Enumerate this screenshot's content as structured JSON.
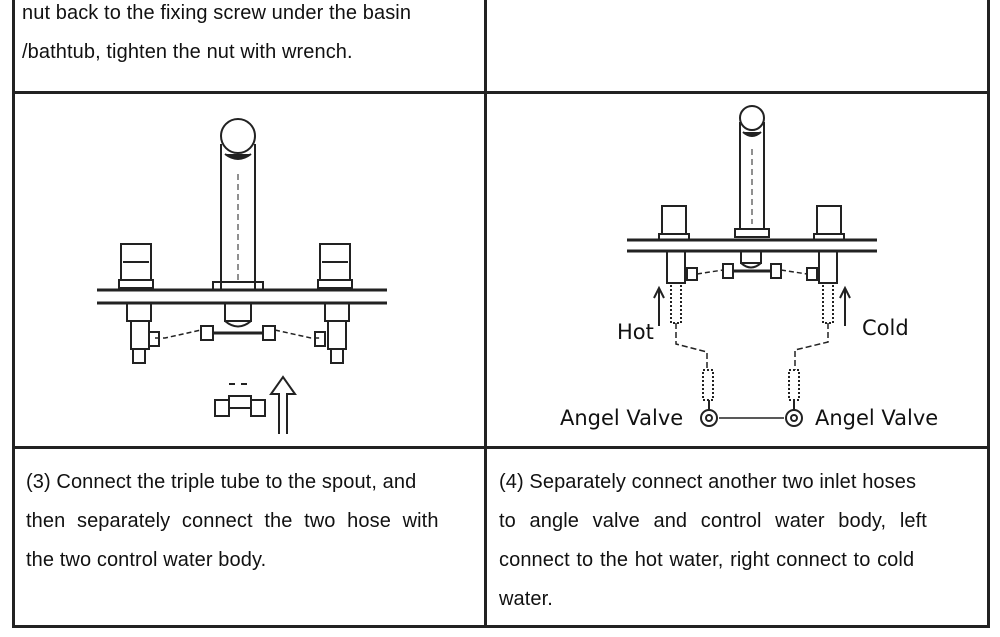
{
  "top_left": {
    "line1": "nut back to the fixing screw under the basin",
    "line2": "/bathtub, tighten the nut with wrench."
  },
  "diagram_right": {
    "hot_label": "Hot",
    "cold_label": "Cold",
    "left_valve_label": "Angel Valve",
    "right_valve_label": "Angel Valve"
  },
  "step3": {
    "line1": "(3) Connect the triple tube to the spout, and",
    "line2": "then separately connect the two hose with",
    "line3": "the two control water body."
  },
  "step4": {
    "line1": "(4) Separately connect another two inlet hoses",
    "line2": "to angle valve and control water body, left",
    "line3": "connect to the hot water, right connect to cold",
    "line4": "water."
  }
}
